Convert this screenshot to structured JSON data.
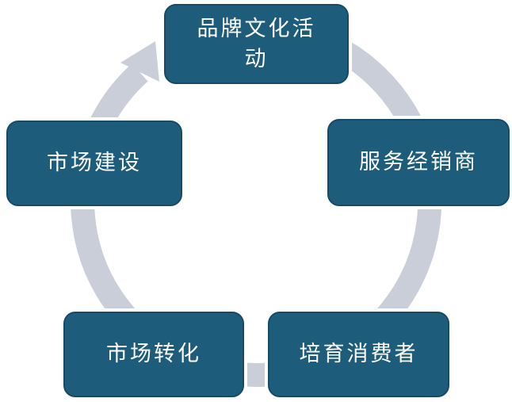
{
  "diagram": {
    "type": "cycle",
    "direction": "clockwise",
    "nodes": [
      {
        "id": "top",
        "label": "品牌文化活动"
      },
      {
        "id": "right",
        "label": "服务经销商"
      },
      {
        "id": "bottom-right",
        "label": "培育消费者"
      },
      {
        "id": "bottom-left",
        "label": "市场转化"
      },
      {
        "id": "left",
        "label": "市场建设"
      }
    ],
    "colors": {
      "node_fill": "#1D5C7A",
      "node_border": "#164A66",
      "node_text": "#FFFFFF",
      "ring": "#C9CED8",
      "background": "#FFFFFF"
    }
  }
}
